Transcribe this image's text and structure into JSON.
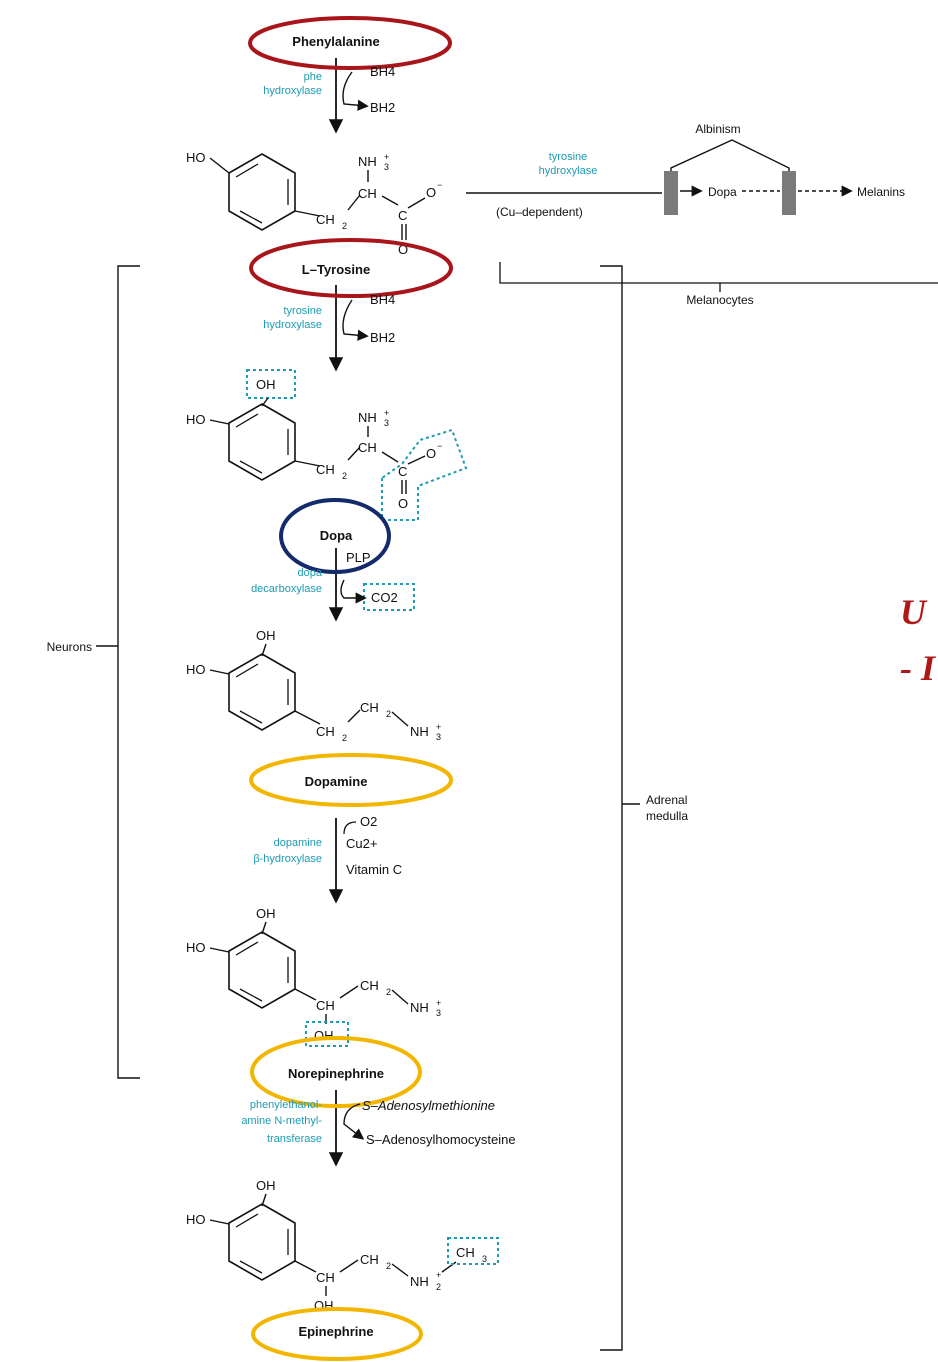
{
  "colors": {
    "enzyme_text": "#1e9bb0",
    "dashed_box": "#1e9bb0",
    "circle_red": "#a8151b",
    "circle_navy": "#132a6b",
    "circle_gold": "#f3b600",
    "overlay_text": "#b01818"
  },
  "compounds": {
    "phenylalanine": "Phenylalanine",
    "tyrosine": "L–Tyrosine",
    "dopa": "Dopa",
    "dopamine": "Dopamine",
    "norepinephrine": "Norepinephrine",
    "epinephrine": "Epinephrine"
  },
  "steps": {
    "step1": {
      "enzyme": [
        "phe",
        "hydroxylase"
      ],
      "cofactor_in": "BH4",
      "cofactor_out": "BH2"
    },
    "step2": {
      "enzyme": [
        "tyrosine",
        "hydroxylase"
      ],
      "cofactor_in": "BH4",
      "cofactor_out": "BH2"
    },
    "step3": {
      "enzyme": [
        "dopa",
        "decarboxylase"
      ],
      "cofactor_in": "PLP",
      "cofactor_out": "CO2"
    },
    "step4": {
      "enzyme": [
        "dopamine",
        "β-hydroxylase"
      ],
      "cofactors": [
        "O2",
        "Cu2+",
        "Vitamin C"
      ]
    },
    "step5": {
      "enzyme": [
        "phenylethanol-",
        "amine N-methyl-",
        "transferase"
      ],
      "cofactor_in": "S–Adenosylmethionine",
      "cofactor_out": "S–Adenosylhomocysteine"
    }
  },
  "branch": {
    "enzyme": [
      "tyrosine",
      "hydroxylase"
    ],
    "dependency": "(Cu–dependent)",
    "product": "Dopa",
    "final": "Melanins",
    "disorder": "Albinism",
    "cell_type": "Melanocytes"
  },
  "regions": {
    "neurons": "Neurons",
    "adrenal": [
      "Adrenal",
      "medulla"
    ]
  },
  "overlay": {
    "line1": "U",
    "line2": "- I"
  },
  "atoms": {
    "ho": "HO",
    "oh": "OH",
    "ch": "CH",
    "ch2": "CH",
    "nh3": "NH",
    "nh2": "NH",
    "ch3": "CH",
    "c": "C",
    "o": "O",
    "o_minus": "O"
  }
}
